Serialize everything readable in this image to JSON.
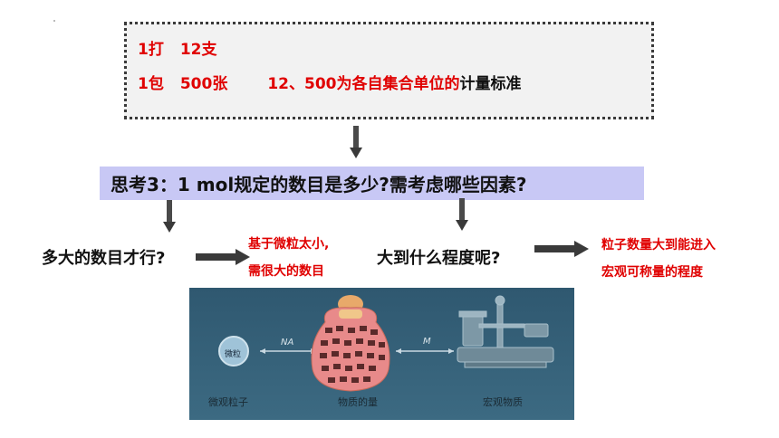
{
  "box": {
    "line1": {
      "a": "1打",
      "b": "12支"
    },
    "line2": {
      "a": "1包",
      "b": "500张",
      "c": "12、500为各自集合单位的",
      "d": "计量标准"
    }
  },
  "think": "思考3：1 mol规定的数目是多少?需考虑哪些因素?",
  "left_question": "多大的数目才行?",
  "left_answer": [
    "基于微粒太小,",
    "需很大的数目"
  ],
  "right_question": "大到什么程度呢?",
  "right_answer": [
    "粒子数量大到能进入",
    "宏观可称量的程度"
  ],
  "picture": {
    "particle_label": "微粒",
    "na_symbol": "NA",
    "m_symbol": "M",
    "labels": [
      "微观粒子",
      "物质的量",
      "宏观物质"
    ]
  },
  "colors": {
    "red": "#e00000",
    "banner": "#c8c8f5",
    "box_bg": "#f2f2f2",
    "picture_bg": "#2f5870"
  },
  "icons": [
    "down-arrow-icon",
    "right-arrow-icon",
    "particle-bag-icon",
    "balance-scale-icon"
  ]
}
